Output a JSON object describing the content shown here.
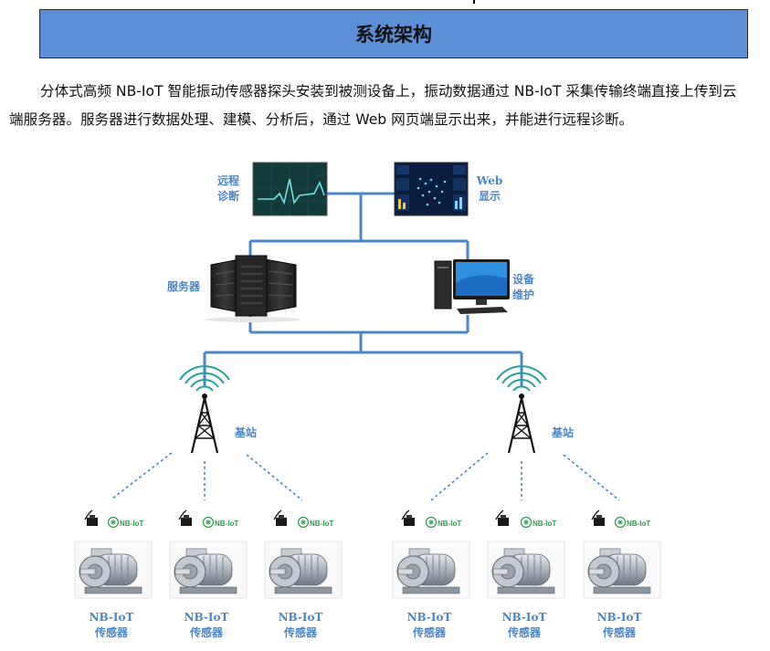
{
  "header": {
    "title": "系统架构"
  },
  "intro": {
    "text": "分体式高频 NB-IoT 智能振动传感器探头安装到被测设备上，振动数据通过 NB-IoT 采集传输终端直接上传到云端服务器。服务器进行数据处理、建模、分析后，通过 Web 网页端显示出来，并能进行远程诊断。"
  },
  "nodes": {
    "remote_diag": {
      "line1": "远程",
      "line2": "诊断"
    },
    "web_display": {
      "line1": "Web",
      "line2": "显示"
    },
    "server": {
      "label": "服务器"
    },
    "maintenance": {
      "line1": "设备",
      "line2": "维护"
    },
    "base_station": {
      "label": "基站"
    }
  },
  "sensor": {
    "line1": "NB-IoT",
    "line2": "传感器",
    "logo_text": "NB-IoT"
  },
  "colors": {
    "title_bar": "#5b8fd6",
    "connector": "#4a86c8",
    "label": "#4a86c8",
    "wave": "#6fe0e0"
  }
}
